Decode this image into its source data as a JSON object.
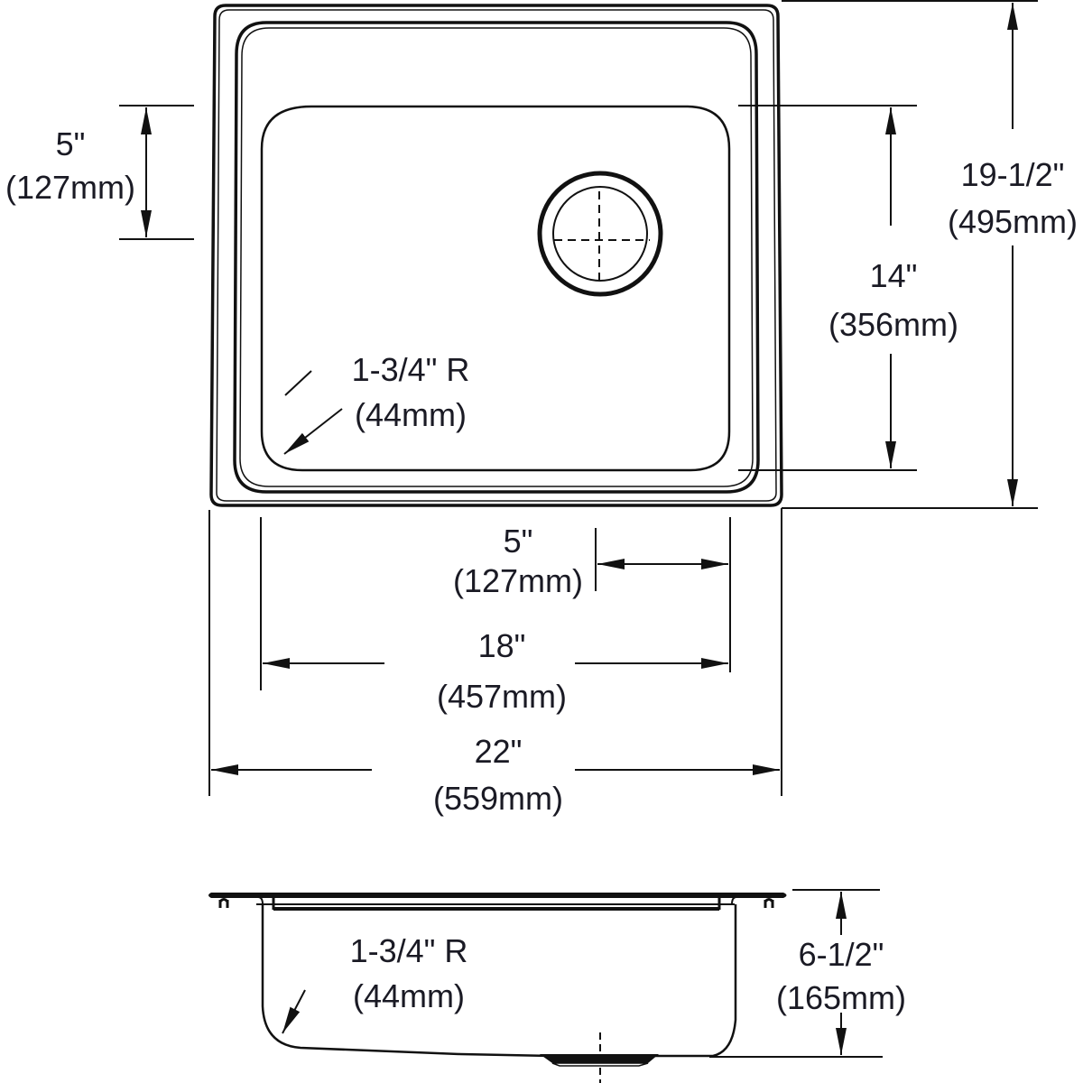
{
  "title": "Single bowl drop-in sink dimension drawing",
  "colors": {
    "line": "#111111",
    "text": "#1a1a24",
    "background": "#ffffff"
  },
  "top_view": {
    "drain_offset": {
      "imperial": "5\"",
      "metric": "(127mm)"
    },
    "left_bowl_offset": {
      "imperial": "5\"",
      "metric": "(127mm)"
    },
    "bowl_length": {
      "imperial": "14\"",
      "metric": "(356mm)"
    },
    "overall_length": {
      "imperial": "19-1/2\"",
      "metric": "(495mm)"
    },
    "corner_radius": {
      "imperial": "1-3/4\" R",
      "metric": "(44mm)"
    },
    "bowl_width": {
      "imperial": "18\"",
      "metric": "(457mm)"
    },
    "overall_width": {
      "imperial": "22\"",
      "metric": "(559mm)"
    }
  },
  "side_view": {
    "corner_radius": {
      "imperial": "1-3/4\" R",
      "metric": "(44mm)"
    },
    "depth": {
      "imperial": "6-1/2\"",
      "metric": "(165mm)"
    }
  }
}
